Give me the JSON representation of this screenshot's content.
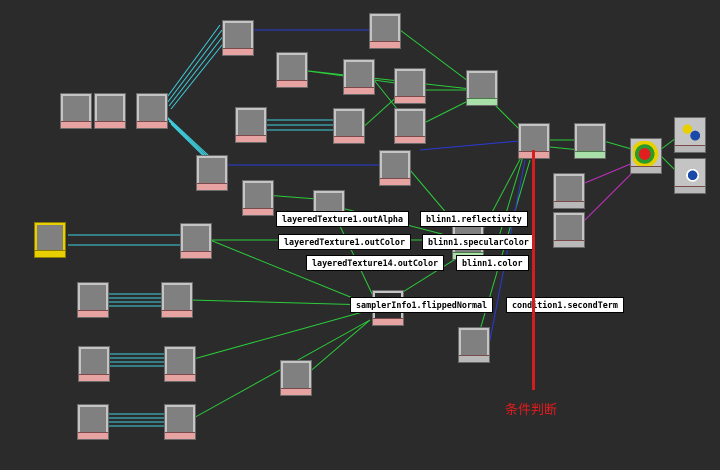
{
  "labels": {
    "l1": "layeredTexture1.outAlpha",
    "l2": "blinn1.reflectivity",
    "l3": "layeredTexture1.outColor",
    "l4": "blinn1.specularColor",
    "l5": "layeredTexture14.outColor",
    "l6": "blinn1.color",
    "l7": "samplerInfo1.flippedNormal",
    "l8": "condition1.secondTerm"
  },
  "annotation": "条件判断",
  "colors": {
    "background": "#2b2b2b",
    "wire_green": "#2bcc3a",
    "wire_blue": "#2a3ad8",
    "wire_cyan": "#3fd0e0",
    "wire_magenta": "#c030c0",
    "annotation": "#e31b1b"
  }
}
